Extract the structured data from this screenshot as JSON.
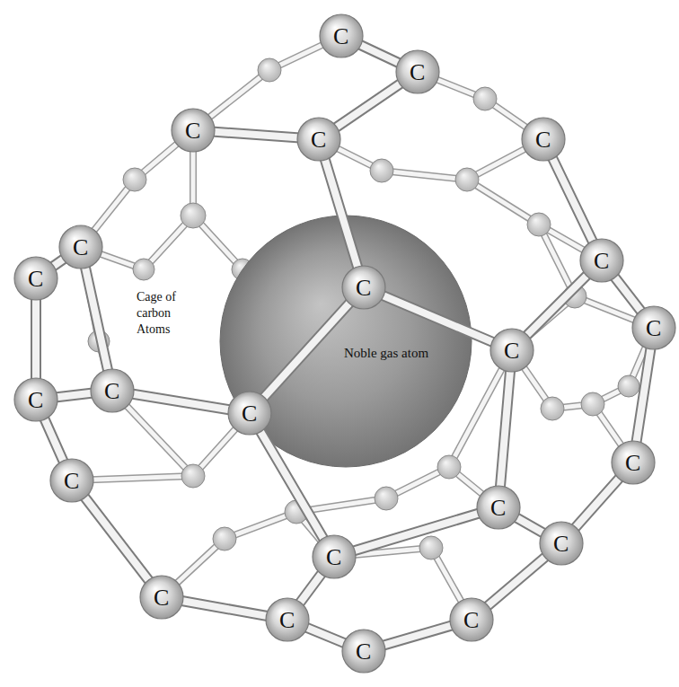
{
  "diagram": {
    "nodes": [
      {
        "text": [
          "Noble gas atom"
        ]
      }
    ],
    "labels": [
      "C",
      "C",
      "C",
      "C",
      "C",
      "C",
      "C",
      "C",
      "C",
      "Cage of carbon Atoms",
      "C",
      "C",
      "C",
      "C",
      "C",
      "C",
      "C",
      "C",
      "C",
      "C",
      "C",
      "C",
      "C",
      "C"
    ]
  }
}
